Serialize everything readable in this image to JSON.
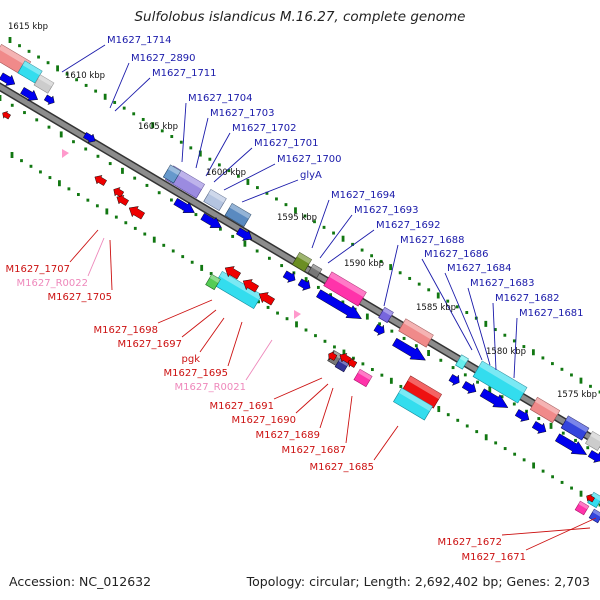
{
  "title": "Sulfolobus islandicus M.16.27, complete genome",
  "footer": {
    "accession": "Accession: NC_012632",
    "summary": "Topology: circular; Length: 2,692,402 bp; Genes: 2,703"
  },
  "colors": {
    "backbone": "#777777",
    "ticks": "#117711",
    "forward_gene": "#0000ee",
    "reverse_gene": "#ee0000",
    "rna_gene": "#ff99cc",
    "label_forward": "#1a1aaa",
    "label_reverse": "#cc1111",
    "label_rna": "#ee88bb"
  },
  "scale_labels": [
    "1615 kbp",
    "1610 kbp",
    "1605 kbp",
    "1600 kbp",
    "1595 kbp",
    "1590 kbp",
    "1585 kbp",
    "1580 kbp",
    "1575 kbp"
  ],
  "forward_labels": [
    "M1627_1714",
    "M1627_2890",
    "M1627_1711",
    "M1627_1704",
    "M1627_1703",
    "M1627_1702",
    "M1627_1701",
    "M1627_1700",
    "glyA",
    "M1627_1694",
    "M1627_1693",
    "M1627_1692",
    "M1627_1688",
    "M1627_1686",
    "M1627_1684",
    "M1627_1683",
    "M1627_1682",
    "M1627_1681"
  ],
  "reverse_labels": [
    "M1627_1707",
    "M1627_R0022",
    "M1627_1705",
    "M1627_1698",
    "M1627_1697",
    "pgk",
    "M1627_1695",
    "M1627_R0021",
    "M1627_1691",
    "M1627_1690",
    "M1627_1689",
    "M1627_1687",
    "M1627_1685",
    "M1627_1672",
    "M1627_1671"
  ]
}
